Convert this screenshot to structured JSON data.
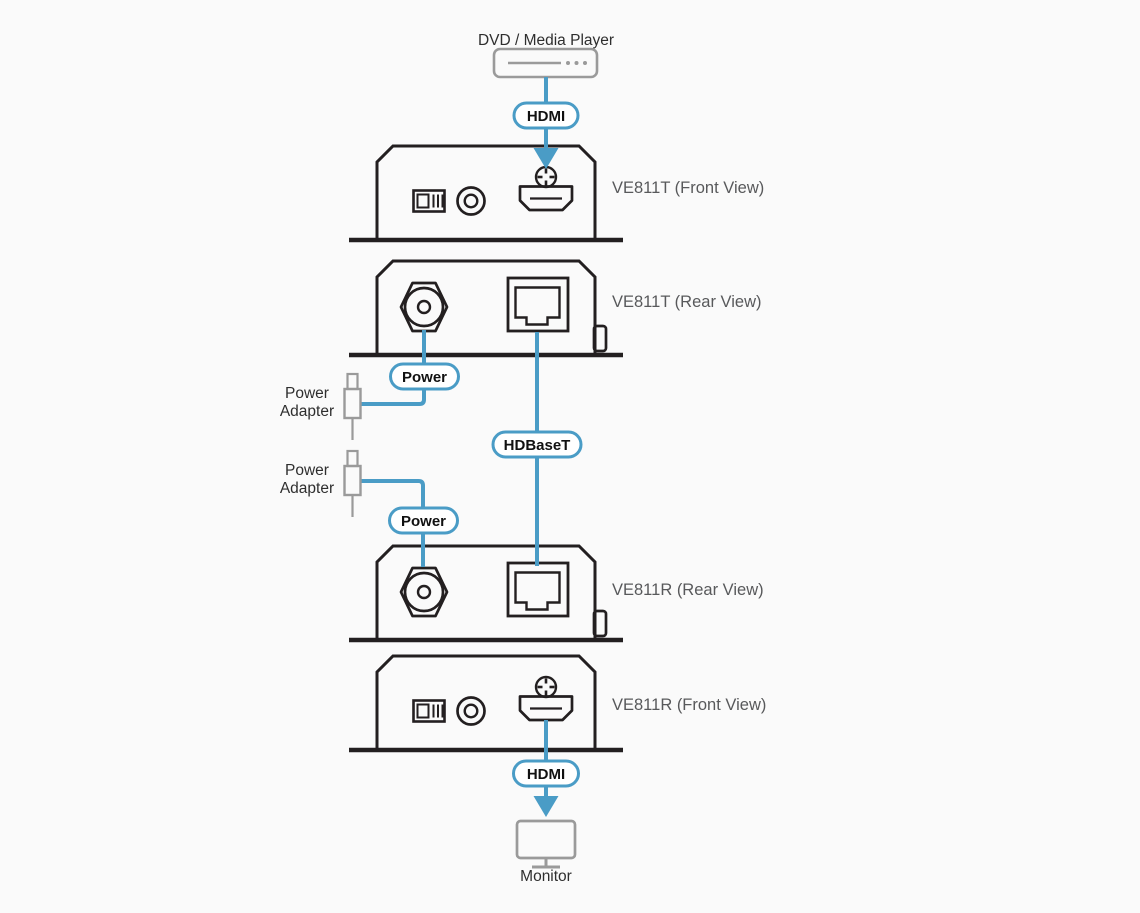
{
  "colors": {
    "background": "#FAFAFA",
    "accent_blue": "#4A9CC6",
    "outline_dark": "#231F20",
    "icon_gray": "#9A9A9A",
    "device_label_gray": "#58595B",
    "text_dark": "#2E2E2E"
  },
  "source_device": {
    "label": "DVD / Media Player"
  },
  "connection_labels": {
    "hdmi_in": "HDMI",
    "power_top": "Power",
    "hdbaset": "HDBaseT",
    "power_bottom": "Power",
    "hdmi_out": "HDMI"
  },
  "devices": {
    "ve811t_front": {
      "label": "VE811T (Front View)"
    },
    "ve811t_rear": {
      "label": "VE811T (Rear View)"
    },
    "ve811r_rear": {
      "label": "VE811R (Rear View)"
    },
    "ve811r_front": {
      "label": "VE811R (Front View)"
    }
  },
  "power_adapters": {
    "top": {
      "line1": "Power",
      "line2": "Adapter"
    },
    "bottom": {
      "line1": "Power",
      "line2": "Adapter"
    }
  },
  "display_device": {
    "label": "Monitor"
  },
  "icons": {
    "source": "dvd-media-player-icon",
    "front_panel": [
      "dip-switch-icon",
      "round-connector-icon",
      "screw-icon",
      "hdmi-port-icon"
    ],
    "rear_panel": [
      "dc-power-jack-icon",
      "rj45-port-icon",
      "mounting-tab"
    ],
    "misc": [
      "power-adapter-icon",
      "monitor-icon",
      "arrow-down-icon"
    ]
  }
}
